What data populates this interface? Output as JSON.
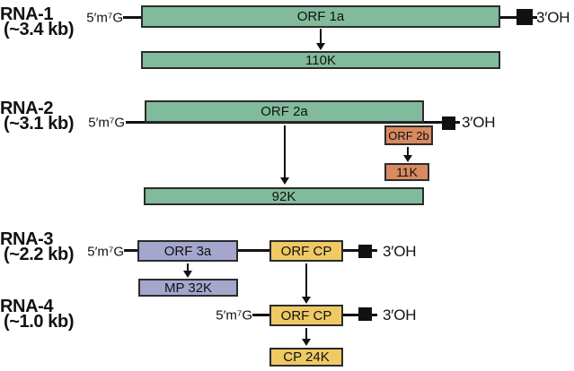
{
  "colors": {
    "green": "#82ba9c",
    "orange": "#d98a60",
    "purple": "#a5a6ce",
    "yellow": "#eec964",
    "border": "#2b2b2b",
    "ink": "#111111"
  },
  "rna1": {
    "name": "RNA-1",
    "size": "(~3.4 kb)",
    "cap": "5′m⁷G",
    "tail": "3′OH",
    "orf1a": "ORF 1a",
    "product_1a": "110K"
  },
  "rna2": {
    "name": "RNA-2",
    "size": "(~3.1 kb)",
    "cap": "5′m⁷G",
    "tail": "3′OH",
    "orf2a": "ORF 2a",
    "orf2b": "ORF 2b",
    "product_2b": "11K",
    "product_2a": "92K"
  },
  "rna3": {
    "name": "RNA-3",
    "size": "(~2.2 kb)",
    "cap": "5′m⁷G",
    "tail": "3′OH",
    "orf3a": "ORF 3a",
    "orfcp": "ORF CP",
    "product_3a": "MP 32K"
  },
  "rna4": {
    "name": "RNA-4",
    "size": "(~1.0 kb)",
    "cap": "5′m⁷G",
    "tail": "3′OH",
    "orfcp": "ORF CP",
    "product_cp": "CP 24K"
  }
}
